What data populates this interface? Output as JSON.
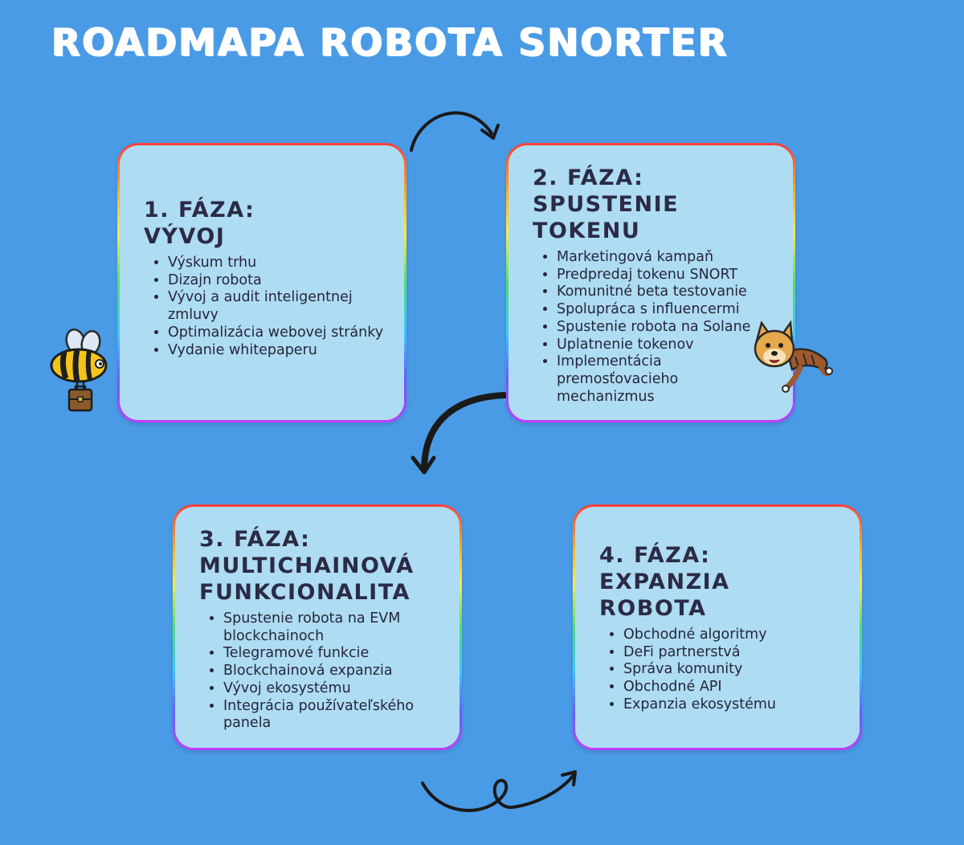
{
  "title": "ROADMAPA ROBOTA SNORTER",
  "phases": [
    {
      "heading": "1. FÁZA:\nVÝVOJ",
      "items": [
        "Výskum trhu",
        "Dizajn robota",
        "Vývoj a audit inteligentnej zmluvy",
        "Optimalizácia webovej stránky",
        "Vydanie whitepaperu"
      ]
    },
    {
      "heading": "2. FÁZA:\nSPUSTENIE\nTOKENU",
      "items": [
        "Marketingová kampaň",
        "Predpredaj tokenu SNORT",
        "Komunitné beta testovanie",
        "Spolupráca s influencermi",
        "Spustenie robota na Solane",
        "Uplatnenie tokenov",
        "Implementácia premosťovacieho mechanizmus"
      ]
    },
    {
      "heading": "3. FÁZA:\nMULTICHAINOVÁ\nFUNKCIONALITA",
      "items": [
        "Spustenie robota na EVM blockchainoch",
        "Telegramové funkcie",
        "Blockchainová expanzia",
        "Vývoj ekosystému",
        "Integrácia používateľského panela"
      ]
    },
    {
      "heading": "4. FÁZA:\nEXPANZIA\nROBOTA",
      "items": [
        "Obchodné algoritmy",
        "DeFi partnerstvá",
        "Správa komunity",
        "Obchodné API",
        "Expanzia ekosystému"
      ]
    }
  ],
  "decorations": {
    "bee": "bee-mascot-icon",
    "dog": "dog-mascot-icon",
    "arrow_color": "#1a1a1a"
  }
}
